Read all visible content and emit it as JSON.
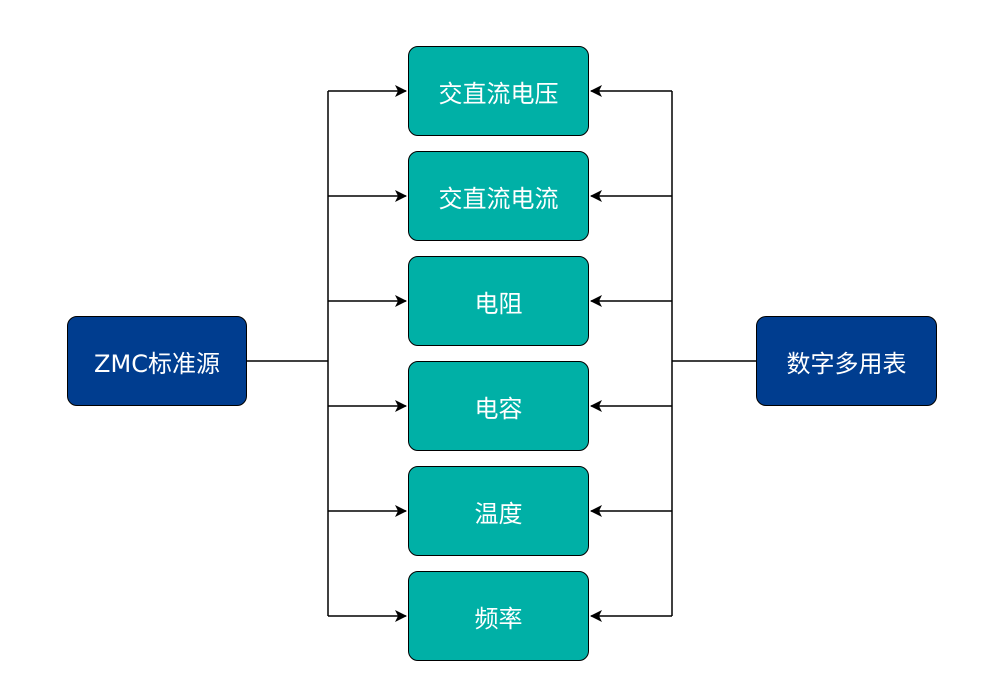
{
  "source": {
    "label": "ZMC标准源",
    "color": "#003d8f"
  },
  "meter": {
    "label": "数字多用表",
    "color": "#003d8f"
  },
  "quantities": [
    {
      "label": "交直流电压"
    },
    {
      "label": "交直流电流"
    },
    {
      "label": "电阻"
    },
    {
      "label": "电容"
    },
    {
      "label": "温度"
    },
    {
      "label": "频率"
    }
  ],
  "quantity_color": "#00b0a6"
}
